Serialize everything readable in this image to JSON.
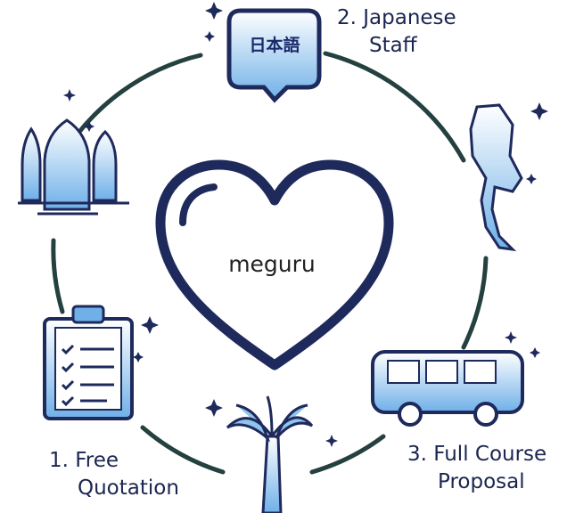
{
  "center_label": "meguru",
  "bubble_text": "日本語",
  "steps": [
    {
      "line1": "1. Free",
      "line2": "Quotation"
    },
    {
      "line1": "2. Japanese",
      "line2": "Staff"
    },
    {
      "line1": "3. Full Course",
      "line2": "Proposal"
    }
  ],
  "colors": {
    "navy": "#1f2a5c",
    "ring": "#24403f",
    "light_blue": "#8fc4ec"
  }
}
